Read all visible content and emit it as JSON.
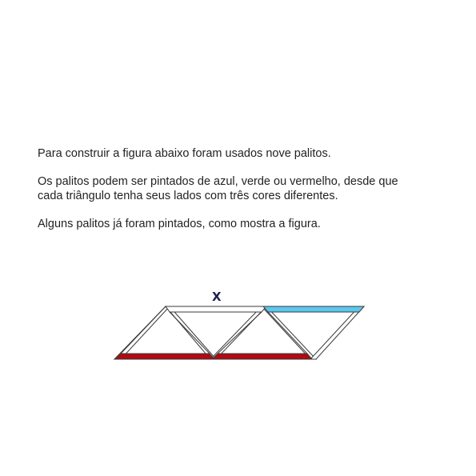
{
  "problem": {
    "paragraphs": [
      "Para construir a figura abaixo foram usados nove palitos.",
      "Os palitos podem ser pintados de azul, verde ou vermelho, desde que cada triângulo tenha seus lados com três cores diferentes.",
      "Alguns palitos já foram pintados, como mostra a figura."
    ]
  },
  "figure": {
    "unknown_stick_label": "X",
    "colors": {
      "blue": "#5bc8ee",
      "red": "#b00a12",
      "unpainted": "#ffffff",
      "outline": "#3a3a3a"
    }
  }
}
